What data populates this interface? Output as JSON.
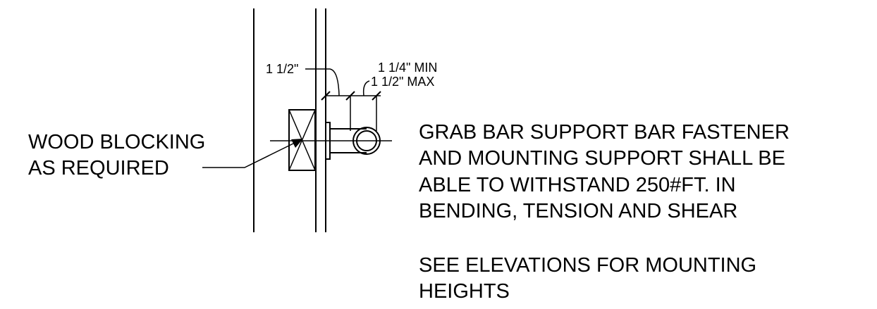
{
  "diagram": {
    "dimension_labels": {
      "blocking_offset": "1 1/2\"",
      "clearance_min": "1 1/4\" MIN",
      "clearance_max": "1 1/2\" MAX"
    },
    "callout": {
      "line1": "WOOD BLOCKING",
      "line2": "AS REQUIRED"
    },
    "notes": {
      "requirement": {
        "line1": "GRAB BAR SUPPORT BAR FASTENER",
        "line2": "AND MOUNTING SUPPORT SHALL BE",
        "line3": "ABLE TO WITHSTAND 250#FT. IN",
        "line4": "BENDING, TENSION AND SHEAR"
      },
      "reference": {
        "line1": "SEE ELEVATIONS FOR MOUNTING",
        "line2": "HEIGHTS"
      }
    }
  },
  "colors": {
    "line": "#000000",
    "background": "#ffffff"
  }
}
